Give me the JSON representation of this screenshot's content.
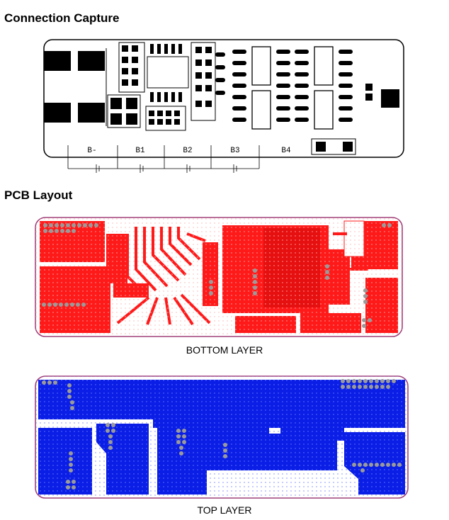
{
  "sections": {
    "connection": {
      "title": "Connection Capture",
      "pins": [
        "B-",
        "B1",
        "B2",
        "B3",
        "B4"
      ]
    },
    "pcb": {
      "title": "PCB Layout",
      "bottom_label": "BOTTOM LAYER",
      "top_label": "TOP LAYER"
    }
  },
  "colors": {
    "bottom_copper": "#ff1a1a",
    "top_copper": "#0a1ee6",
    "board_outline": "#a0407a",
    "via": "#9a9a9a"
  }
}
